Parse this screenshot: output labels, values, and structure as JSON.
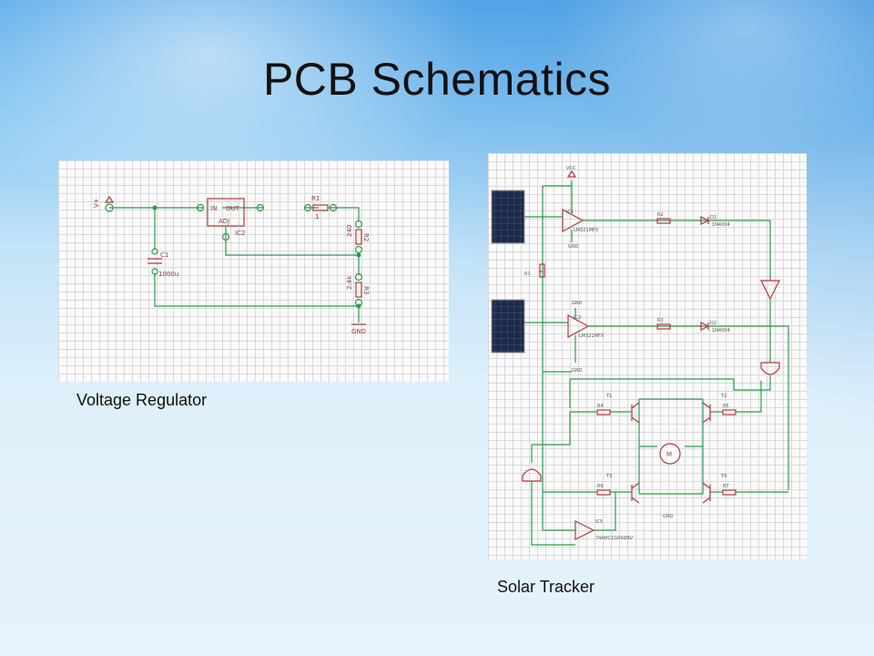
{
  "slide": {
    "title": "PCB Schematics",
    "captions": {
      "voltage_regulator": "Voltage Regulator",
      "solar_tracker": "Solar Tracker"
    }
  },
  "voltage_regulator_schematic": {
    "labels": {
      "vin": "V+",
      "reg_in": "IN",
      "reg_out": "OUT",
      "reg_adj": "ADJ",
      "reg_ref": "IC2",
      "r1": "R1",
      "r1_value": ".1",
      "r2_value": "240",
      "r2": "R2",
      "r3_value": "2.4k",
      "r3": "R3",
      "c1": "C1",
      "c1_value": "1000u",
      "gnd": "GND"
    }
  },
  "solar_tracker_schematic": {
    "labels": {
      "vcc": "VCC",
      "ic1": "IC1",
      "ic1_part": "LM321MFX",
      "ic2": "IC2",
      "ic2_part": "LM321MFX",
      "ic5": "IC5",
      "ic5_part": "74AHC1G04DBV",
      "r1": "R1",
      "r2": "R2",
      "r3": "R3",
      "r4": "R4",
      "r5": "R5",
      "r6": "R6",
      "r7": "R7",
      "d1": "D1",
      "d2": "D2",
      "d1_part": "1N4004",
      "d2_part": "1N4004",
      "t1": "T1",
      "t2": "T2",
      "t3": "T3",
      "t4": "T4",
      "motor": "M",
      "gnd": "GND"
    }
  },
  "colors": {
    "wire": "#2e9a4a",
    "part": "#b23a3a",
    "grid": "#d9d9d9"
  }
}
